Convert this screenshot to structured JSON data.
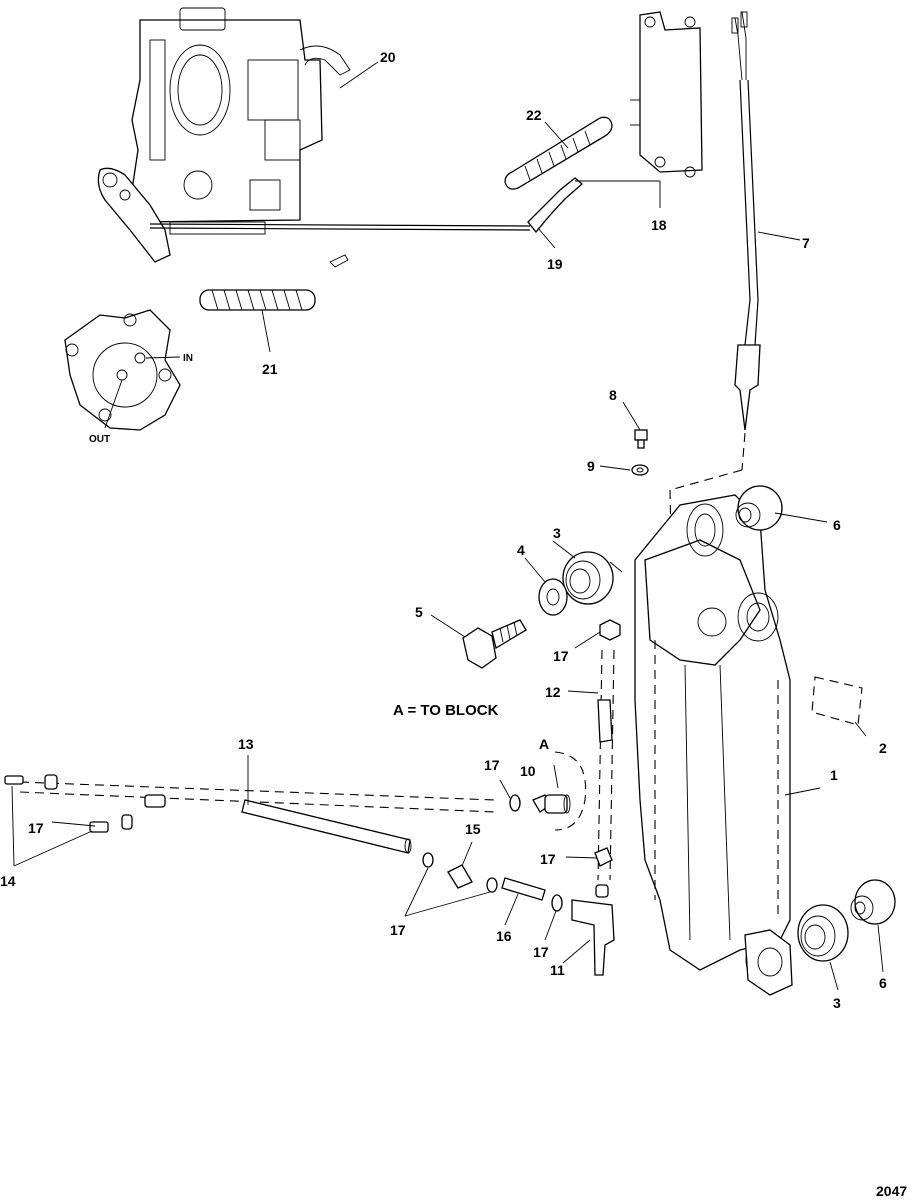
{
  "callouts": {
    "c1": "1",
    "c2": "2",
    "c3a": "3",
    "c3b": "3",
    "c4": "4",
    "c5": "5",
    "c6a": "6",
    "c6b": "6",
    "c7": "7",
    "c8": "8",
    "c9": "9",
    "c10": "10",
    "c11": "11",
    "c12": "12",
    "c13": "13",
    "c14": "14",
    "c15": "15",
    "c16": "16",
    "c17a": "17",
    "c17b": "17",
    "c17c": "17",
    "c17d": "17",
    "c17e": "17",
    "c17f": "17",
    "c18": "18",
    "c19": "19",
    "c20": "20",
    "c21": "21",
    "c22": "22",
    "a": "A"
  },
  "labels": {
    "pump_in": "IN",
    "pump_out": "OUT",
    "note_a": "A = TO BLOCK",
    "figure_number": "2047"
  }
}
